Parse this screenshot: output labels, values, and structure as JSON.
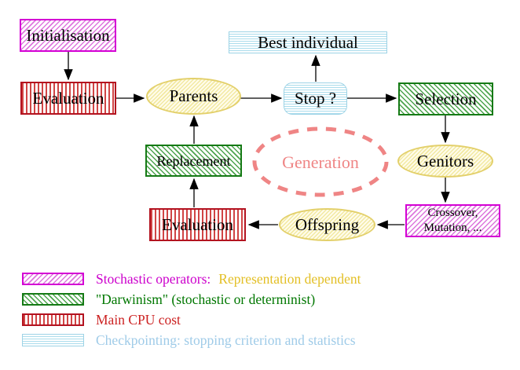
{
  "diagram": {
    "nodes": {
      "initialisation": {
        "label": "Initialisation",
        "style": "magenta-diagonal-hatch"
      },
      "evaluation_top": {
        "label": "Evaluation",
        "style": "red-vertical-stripes"
      },
      "parents": {
        "label": "Parents",
        "style": "yellow-hatch-ellipse"
      },
      "best_individual": {
        "label": "Best individual",
        "style": "cyan-horizontal-stripes"
      },
      "stop": {
        "label": "Stop ?",
        "style": "cyan-horizontal-stripes-rounded"
      },
      "selection": {
        "label": "Selection",
        "style": "green-diagonal-hatch"
      },
      "genitors": {
        "label": "Genitors",
        "style": "yellow-hatch-ellipse"
      },
      "crossover_mutation": {
        "line1": "Crossover,",
        "line2": "Mutation, ...",
        "style": "magenta-diagonal-hatch"
      },
      "offspring": {
        "label": "Offspring",
        "style": "yellow-hatch-ellipse"
      },
      "evaluation_bottom": {
        "label": "Evaluation",
        "style": "red-vertical-stripes"
      },
      "replacement": {
        "label": "Replacement",
        "style": "green-diagonal-hatch"
      },
      "generation": {
        "label": "Generation",
        "style": "salmon-dashed-ellipse"
      }
    },
    "edges": [
      {
        "from": "initialisation",
        "to": "evaluation_top"
      },
      {
        "from": "evaluation_top",
        "to": "parents"
      },
      {
        "from": "parents",
        "to": "stop"
      },
      {
        "from": "stop",
        "to": "best_individual"
      },
      {
        "from": "stop",
        "to": "selection"
      },
      {
        "from": "selection",
        "to": "genitors"
      },
      {
        "from": "genitors",
        "to": "crossover_mutation"
      },
      {
        "from": "crossover_mutation",
        "to": "offspring"
      },
      {
        "from": "offspring",
        "to": "evaluation_bottom"
      },
      {
        "from": "evaluation_bottom",
        "to": "replacement"
      },
      {
        "from": "replacement",
        "to": "parents"
      }
    ]
  },
  "legend": {
    "items": [
      {
        "swatch": "magenta-diagonal-hatch",
        "text": "Stochastic operators:",
        "text2": "Representation dependent",
        "text_color": "#cc00cc",
        "text2_color": "#e3bf25"
      },
      {
        "swatch": "green-diagonal-hatch",
        "text": "\"Darwinism\" (stochastic or determinist)",
        "text_color": "#007700"
      },
      {
        "swatch": "red-vertical-stripes",
        "text": "Main CPU cost",
        "text_color": "#cc2222"
      },
      {
        "swatch": "cyan-horizontal-stripes",
        "text": "Checkpointing: stopping criterion and statistics",
        "text_color": "#9fcbe8"
      }
    ]
  },
  "colors": {
    "magenta_border": "#d400d4",
    "magenta_hatch": "#dd77dd",
    "green_border": "#157a15",
    "green_hatch": "#4ea44e",
    "red_border": "#b3121f",
    "red_stripe": "#d04545",
    "cyan_stripe": "#aadcec",
    "yellow_border": "#e3d06b",
    "yellow_hatch": "#f2e9a2",
    "salmon_dashed": "#ef8585",
    "arrow": "#000000",
    "node_text": "#000000"
  }
}
